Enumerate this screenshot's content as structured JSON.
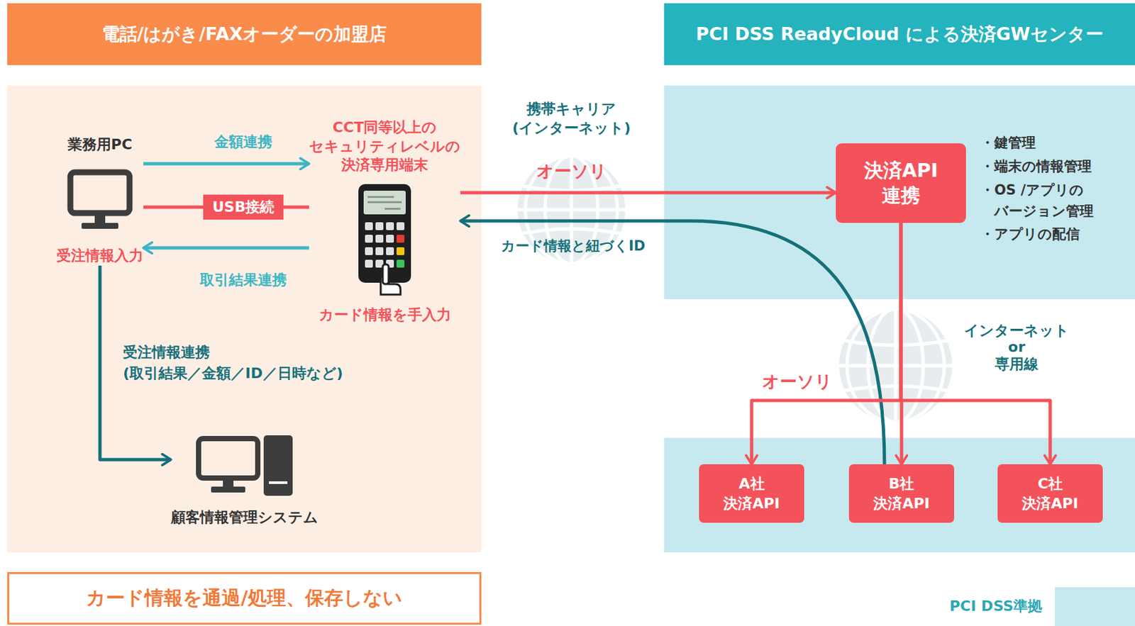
{
  "diagram": {
    "nodes": [
      {
        "text": [
          "電話/はがき/FAXオーダーの加盟店"
        ]
      },
      {
        "text": [
          "業務用PC",
          "受注情報入力"
        ],
        "in": 0
      },
      {
        "text": [
          "CCT同等以上の セキュリティレベルの 決済専用端末",
          "カード情報を手入力"
        ],
        "in": 0
      },
      {
        "text": [
          "顧客情報管理システム"
        ],
        "in": 0
      },
      {
        "text": [
          "カード情報を通過/処理、保存しない"
        ]
      },
      {
        "text": [
          "PCI DSS ReadyCloud による決済GWセンター"
        ]
      },
      {
        "text": [
          "決済API 連携"
        ],
        "in": 5
      },
      {
        "text": [
          "A社 決済API"
        ],
        "in": 5
      },
      {
        "text": [
          "B社 決済API"
        ],
        "in": 5
      },
      {
        "text": [
          "C社 決済API"
        ],
        "in": 5
      }
    ],
    "edges": [
      {
        "from": 1,
        "to": 2,
        "arrow": "to",
        "label": "金額連携"
      },
      {
        "from": 1,
        "to": 2,
        "arrow": "none",
        "label": "USB接続"
      },
      {
        "from": 2,
        "to": 1,
        "arrow": "to",
        "label": "取引結果連携"
      },
      {
        "from": 1,
        "to": 3,
        "arrow": "to",
        "label": "受注情報連携 (取引結果／金額／ID／日時など)"
      },
      {
        "from": 2,
        "to": 6,
        "arrow": "to",
        "label": "オーソリ"
      },
      {
        "from": 8,
        "to": 2,
        "arrow": "to",
        "label": "カード情報と紐づくID"
      },
      {
        "from": 6,
        "to": 7,
        "arrow": "to",
        "label": "オーソリ"
      },
      {
        "from": 6,
        "to": 8,
        "arrow": "to"
      },
      {
        "from": 6,
        "to": 9,
        "arrow": "to"
      }
    ],
    "labels": [
      "携帯キャリア (インターネット)",
      "・鍵管理",
      "・端末の情報管理",
      "・OS /アプリの バージョン管理",
      "・アプリの配信",
      "インターネット or 専用線"
    ],
    "legend": [
      {
        "text": "PCI DSS準拠",
        "color": "#c5e9ef"
      }
    ]
  }
}
